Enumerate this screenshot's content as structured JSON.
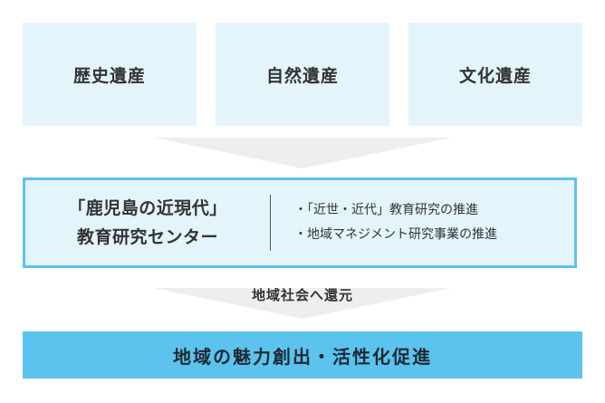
{
  "heritage": {
    "items": [
      {
        "label": "歴史遺産"
      },
      {
        "label": "自然遺産"
      },
      {
        "label": "文化遺産"
      }
    ]
  },
  "center": {
    "name_line1": "「鹿児島の近現代」",
    "name_line2": "教育研究センター",
    "activities": [
      "・「近世・近代」教育研究の推進",
      "・地域マネジメント研究事業の推進"
    ]
  },
  "flow": {
    "return_label": "地域社会へ還元"
  },
  "goal": {
    "label": "地域の魅力創出・活性化促進"
  },
  "colors": {
    "light_blue_fill": "#e3f4fb",
    "accent_blue": "#5cc2ee",
    "arrow_gray": "#eeeeee",
    "text_dark": "#333333"
  }
}
